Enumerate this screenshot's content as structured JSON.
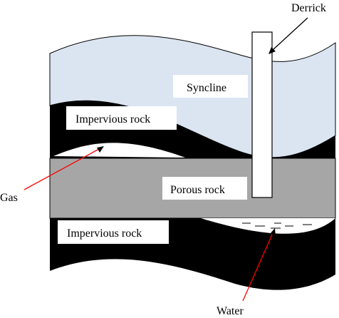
{
  "labels": {
    "derrick": "Derrick",
    "syncline": "Syncline",
    "impervious_top": "Impervious rock",
    "gas": "Gas",
    "porous": "Porous rock",
    "impervious_bottom": "Impervious rock",
    "water": "Water"
  },
  "colors": {
    "syncline_layer": "#dbe5f1",
    "impervious_layer": "#000000",
    "porous_layer": "#a6a6a6",
    "pocket": "#ffffff",
    "pointer": "#ff0000",
    "outline": "#000000"
  }
}
